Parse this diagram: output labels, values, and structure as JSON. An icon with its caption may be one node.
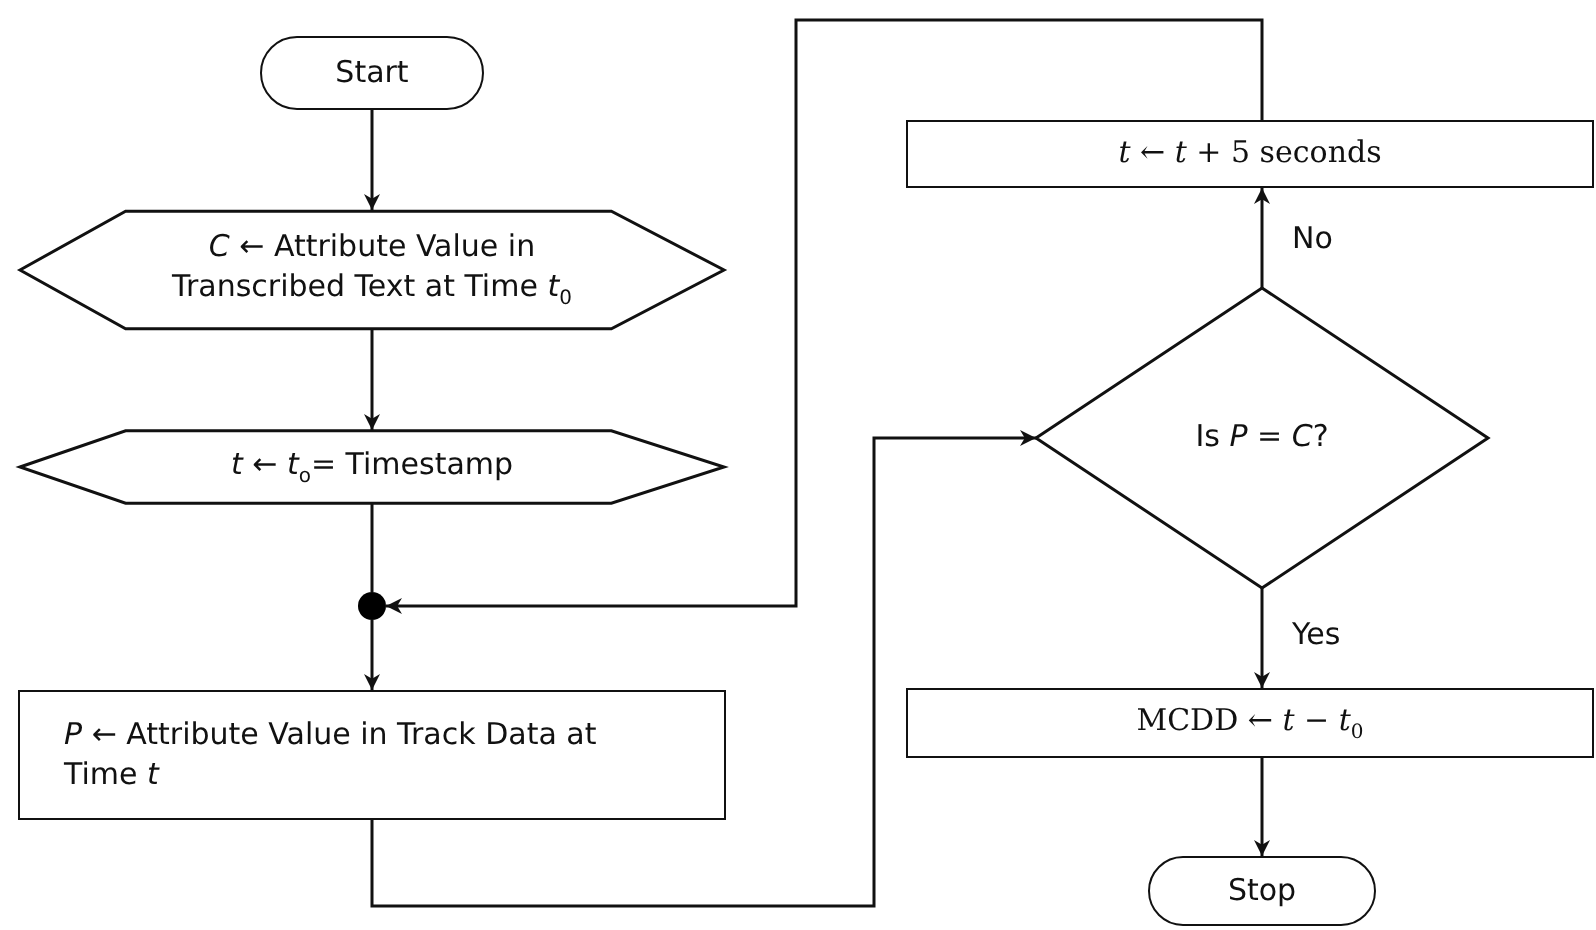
{
  "diagram": {
    "nodes": [
      {
        "text": [
          "Start"
        ]
      },
      {
        "text": [
          "*C* ← Attribute Value in Transcribed Text at Time *t*$_{0}$"
        ]
      },
      {
        "text": [
          "*t* ← *t*$_{o}$= Timestamp"
        ]
      },
      {
        "text": [],
        "shape": "circle"
      },
      {
        "text": [
          "*P* ← Attribute Value in Track Data at Time *t*"
        ]
      },
      {
        "text": [
          "Is *P* = *C*?"
        ]
      },
      {
        "text": [
          "*t* ← *t* + 5 seconds"
        ]
      },
      {
        "text": [
          "MCDD ← *t* − *t*$_{0}$"
        ]
      },
      {
        "text": [
          "Stop"
        ]
      }
    ],
    "edges": [
      {
        "from": 0,
        "to": 1,
        "arrow": "to"
      },
      {
        "from": 1,
        "to": 2,
        "arrow": "to"
      },
      {
        "from": 2,
        "to": 3,
        "arrow": "none"
      },
      {
        "from": 3,
        "to": 4,
        "arrow": "to"
      },
      {
        "from": 4,
        "to": 5,
        "arrow": "to"
      },
      {
        "from": 5,
        "to": 6,
        "arrow": "to",
        "label": "No"
      },
      {
        "from": 6,
        "to": 3,
        "arrow": "to"
      },
      {
        "from": 5,
        "to": 7,
        "arrow": "to",
        "label": "Yes"
      },
      {
        "from": 7,
        "to": 8,
        "arrow": "to"
      }
    ]
  }
}
